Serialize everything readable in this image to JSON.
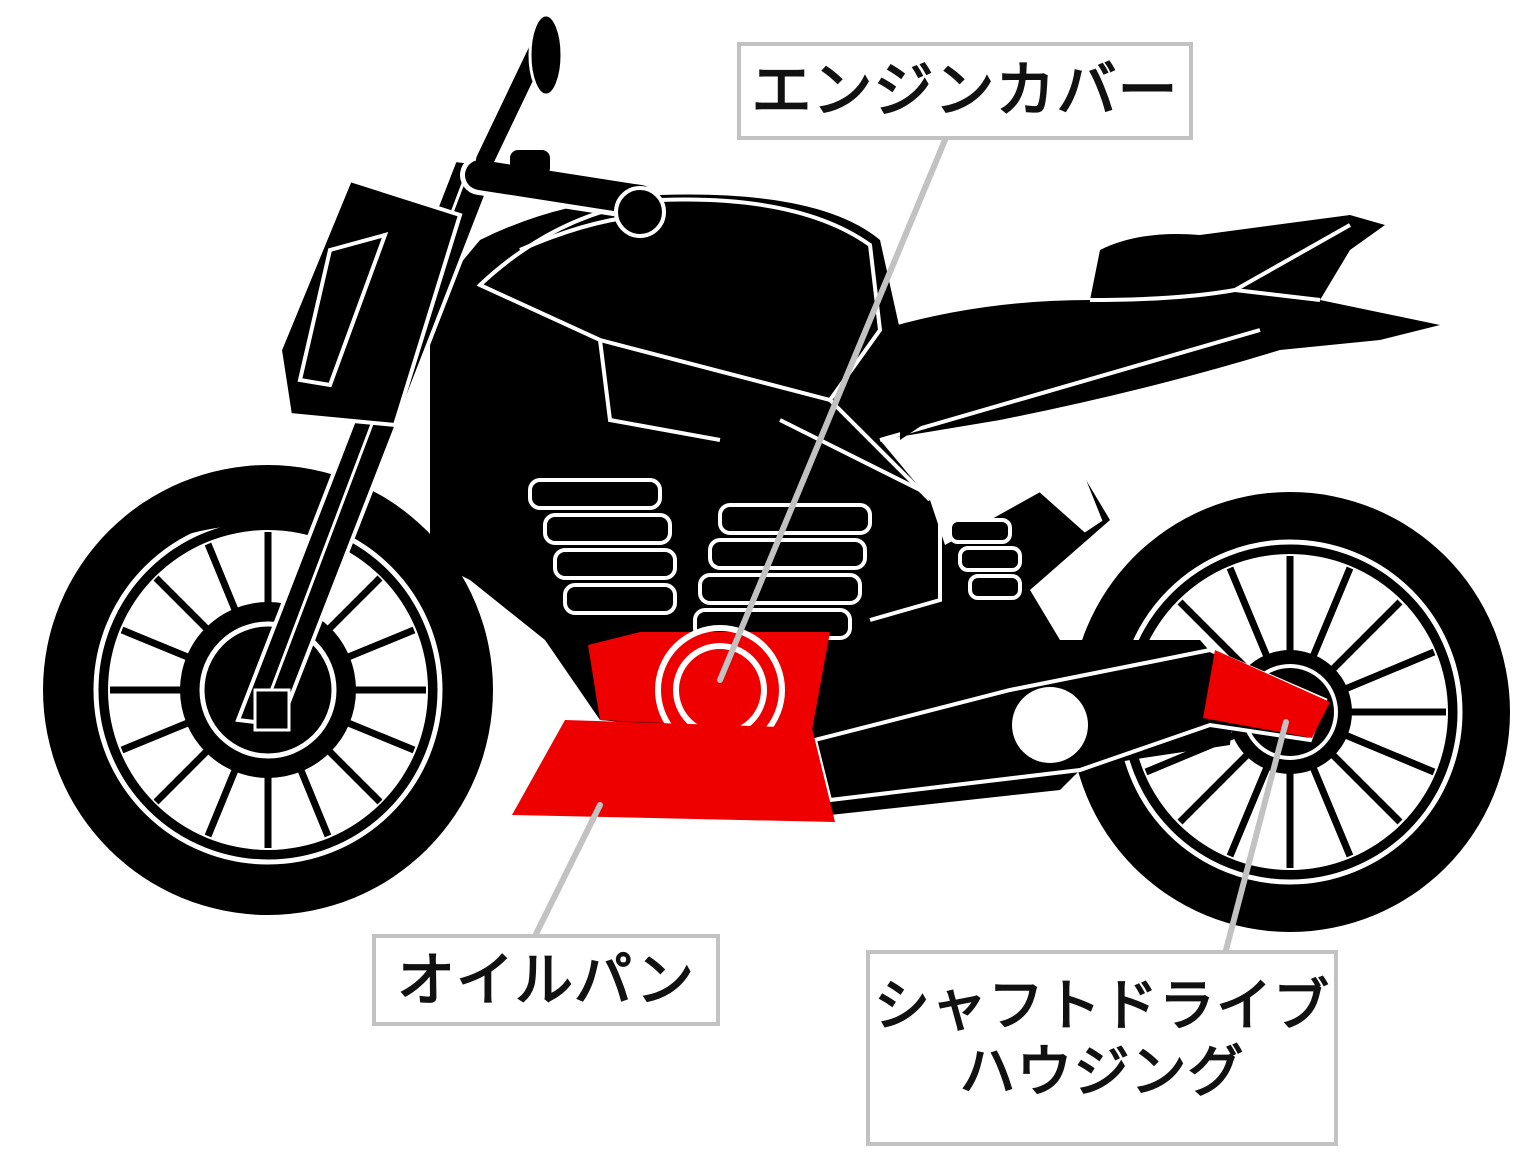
{
  "labels": {
    "engine_cover": "エンジンカバー",
    "oil_pan": "オイルパン",
    "shaft_drive_housing_line1": "シャフトドライブ",
    "shaft_drive_housing_line2": "ハウジング"
  },
  "colors": {
    "body": "#000000",
    "highlight": "#ee0000",
    "leader_line": "#c2c2c2",
    "label_border": "#c2c2c2",
    "label_text": "#111111",
    "background": "#ffffff"
  },
  "icons": {
    "illustration": "motorcycle-icon"
  }
}
